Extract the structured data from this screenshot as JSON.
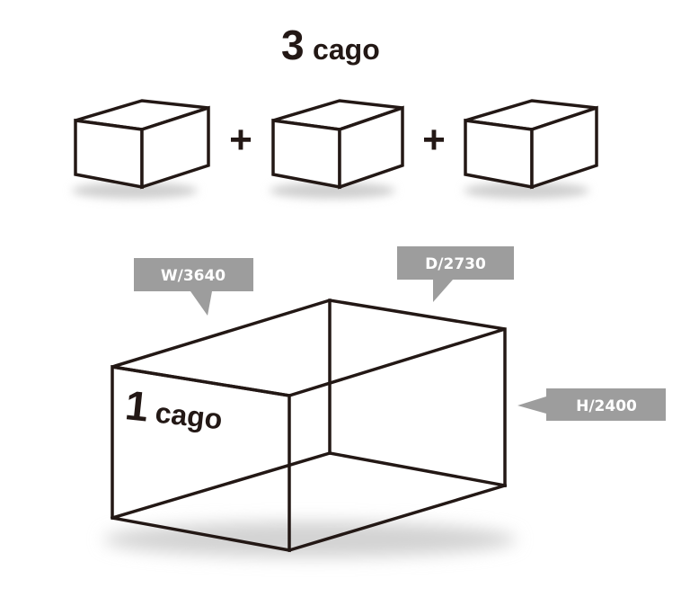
{
  "top_label": {
    "number": "3",
    "unit": "cago"
  },
  "operators": [
    "+",
    "+"
  ],
  "big_label": {
    "number": "1",
    "unit": "cago"
  },
  "dimension_tags": {
    "width": "W/3640",
    "depth": "D/2730",
    "height": "H/2400"
  },
  "colors": {
    "line": "#231815",
    "tag": "#9d9d9d",
    "shadow": "#cfcfcf",
    "tag_text": "#ffffff"
  }
}
